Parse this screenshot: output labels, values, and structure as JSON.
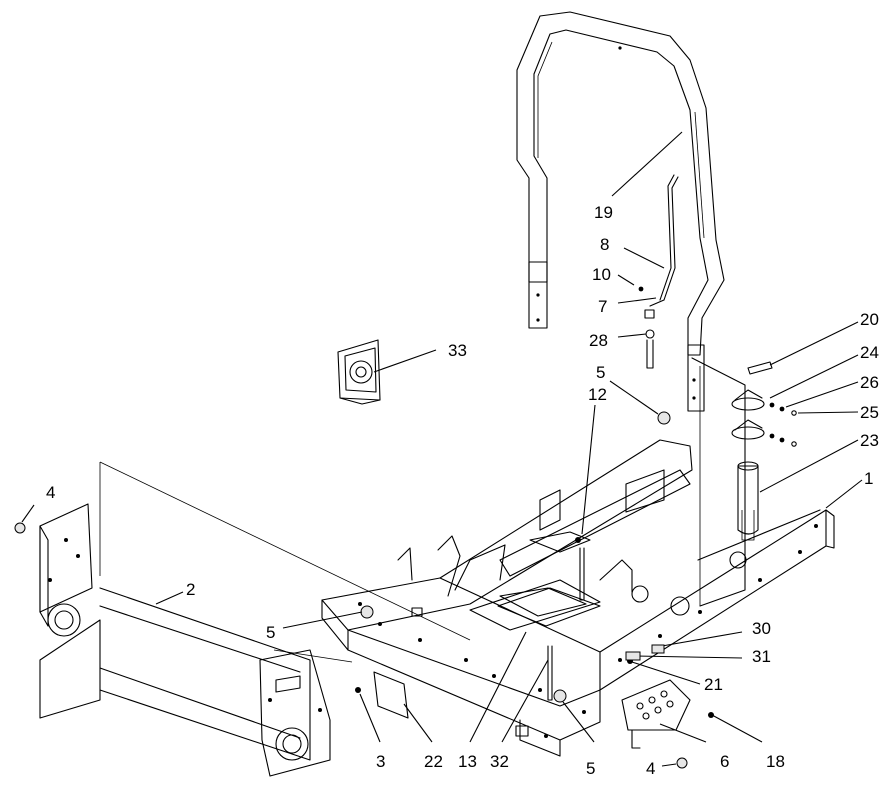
{
  "callouts": {
    "c1": "1",
    "c2": "2",
    "c3": "3",
    "c4a": "4",
    "c4b": "4",
    "c5a": "5",
    "c5b": "5",
    "c5c": "5",
    "c6": "6",
    "c7": "7",
    "c8": "8",
    "c10": "10",
    "c12": "12",
    "c13": "13",
    "c18": "18",
    "c19": "19",
    "c20": "20",
    "c21": "21",
    "c22": "22",
    "c23": "23",
    "c24": "24",
    "c25": "25",
    "c26": "26",
    "c28": "28",
    "c30": "30",
    "c31": "31",
    "c32": "32",
    "c33": "33"
  }
}
